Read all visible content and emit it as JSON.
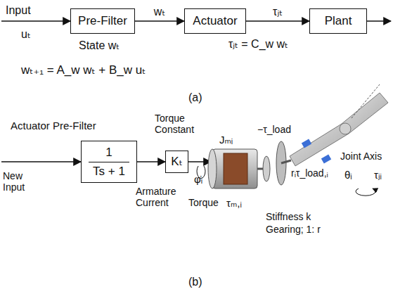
{
  "diagram": {
    "nodes": [
      {
        "text": [
          "Pre-Filter"
        ]
      },
      {
        "text": [
          "Actuator"
        ]
      },
      {
        "text": [
          "Plant"
        ]
      },
      {
        "text": [
          "1",
          "Ts + 1"
        ]
      },
      {
        "text": [
          "Kₜ"
        ]
      }
    ],
    "edges": [
      {
        "from": 0,
        "to": 1,
        "label": "wₜ",
        "arrow": "to"
      },
      {
        "from": 1,
        "to": 2,
        "label": "τⱼₜ",
        "arrow": "to"
      },
      {
        "from": 3,
        "to": 4,
        "arrow": "to"
      }
    ],
    "labels": [
      "Input",
      "uₜ",
      "State wₜ",
      "τⱼₜ = C_w wₜ",
      "wₜ₊₁ = A_w wₜ + B_w uₜ",
      "(a)",
      "Actuator Pre-Filter",
      "Torque Constant",
      "New Input",
      "Armature Current",
      "Torque",
      "φ̇ᵢ",
      "τₘ,ᵢ",
      "Jₘᵢ",
      "−τ_load",
      "Stiffness k",
      "Gearing; 1: r",
      "rᵢτ_load,ᵢ",
      "Joint Axis",
      "θᵢ",
      "τⱼᵢ",
      "(b)"
    ]
  }
}
